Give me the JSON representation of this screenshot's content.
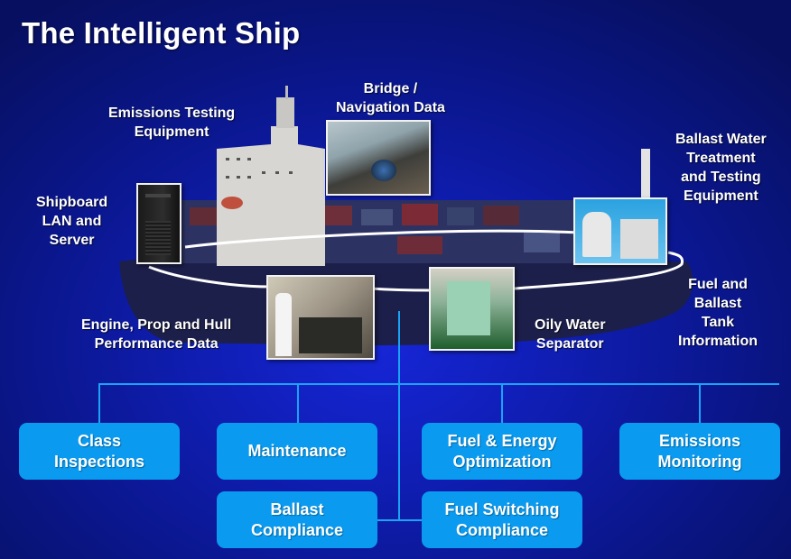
{
  "title": "The Intelligent Ship",
  "labels": {
    "emissions_testing": "Emissions Testing\nEquipment",
    "bridge": "Bridge /\nNavigation Data",
    "ballast_water": "Ballast Water\nTreatment\nand Testing\nEquipment",
    "shipboard_lan": "Shipboard\nLAN and\nServer",
    "fuel_ballast_tank": "Fuel and\nBallast\nTank\nInformation",
    "engine_prop_hull": "Engine, Prop and Hull\nPerformance Data",
    "oily_water": "Oily Water\nSeparator"
  },
  "photos": {
    "server": "server-photo",
    "bridge": "bridge-photo",
    "ballast_equipment": "ballast-water-equipment-photo",
    "engine_room": "engine-control-room-photo",
    "oily_water": "oily-water-separator-photo",
    "ship": "container-ship-photo"
  },
  "boxes": [
    {
      "label": "Class\nInspections"
    },
    {
      "label": "Maintenance"
    },
    {
      "label": "Fuel & Energy\nOptimization"
    },
    {
      "label": "Emissions\nMonitoring"
    },
    {
      "label": "Ballast\nCompliance"
    },
    {
      "label": "Fuel Switching\nCompliance"
    }
  ],
  "colors": {
    "box": "#0a9bf0",
    "connector": "#1aa4f5",
    "background": "#0f1db0"
  }
}
